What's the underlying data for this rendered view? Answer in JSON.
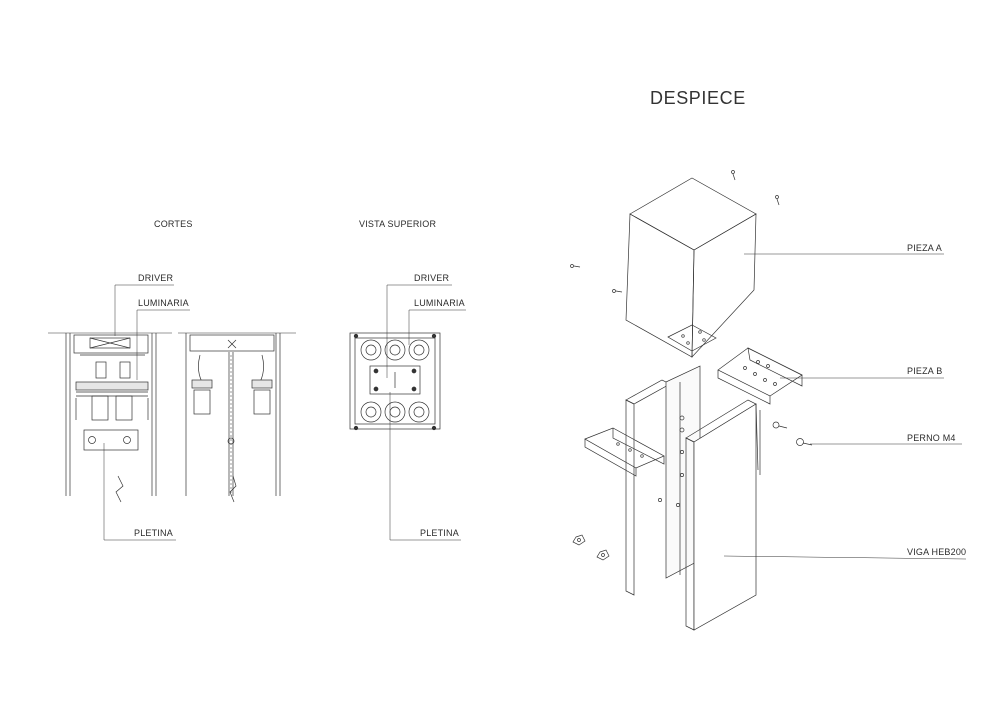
{
  "sheet": {
    "title": "DESPIECE",
    "views": {
      "cortes": "CORTES",
      "vista_superior": "VISTA SUPERIOR"
    },
    "callouts": {
      "cortes_driver": "DRIVER",
      "cortes_luminaria": "LUMINARIA",
      "cortes_pletina": "PLETINA",
      "vista_driver": "DRIVER",
      "vista_luminaria": "LUMINARIA",
      "vista_pletina": "PLETINA",
      "pieza_a": "PIEZA A",
      "pieza_b": "PIEZA B",
      "perno": "PERNO M4",
      "viga": "VIGA HEB200"
    }
  }
}
